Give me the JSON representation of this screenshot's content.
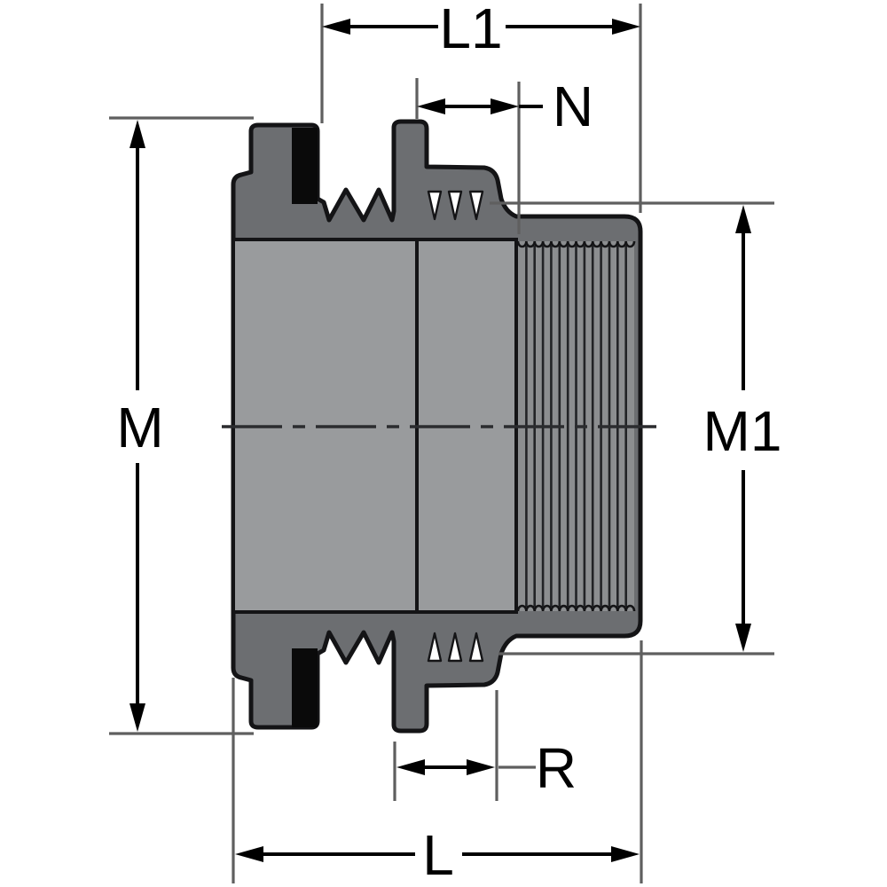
{
  "drawing": {
    "kind": "technical-dimension-drawing",
    "subject": "threaded-fitting-cross-section",
    "dimension_labels": {
      "l1": "L1",
      "n": "N",
      "m": "M",
      "m1": "M1",
      "r": "R",
      "l": "L"
    },
    "colors": {
      "background": "#ffffff",
      "body_light": "#999b9d",
      "body_dark": "#6c6e71",
      "thread_bg": "#8c8e90",
      "thread_line": "#222326",
      "seal_black": "#0a0a0a",
      "outline": "#141416",
      "extension_line": "#5f5f5f",
      "dimension_line": "#000000",
      "centerline": "#2b2c2f"
    }
  }
}
